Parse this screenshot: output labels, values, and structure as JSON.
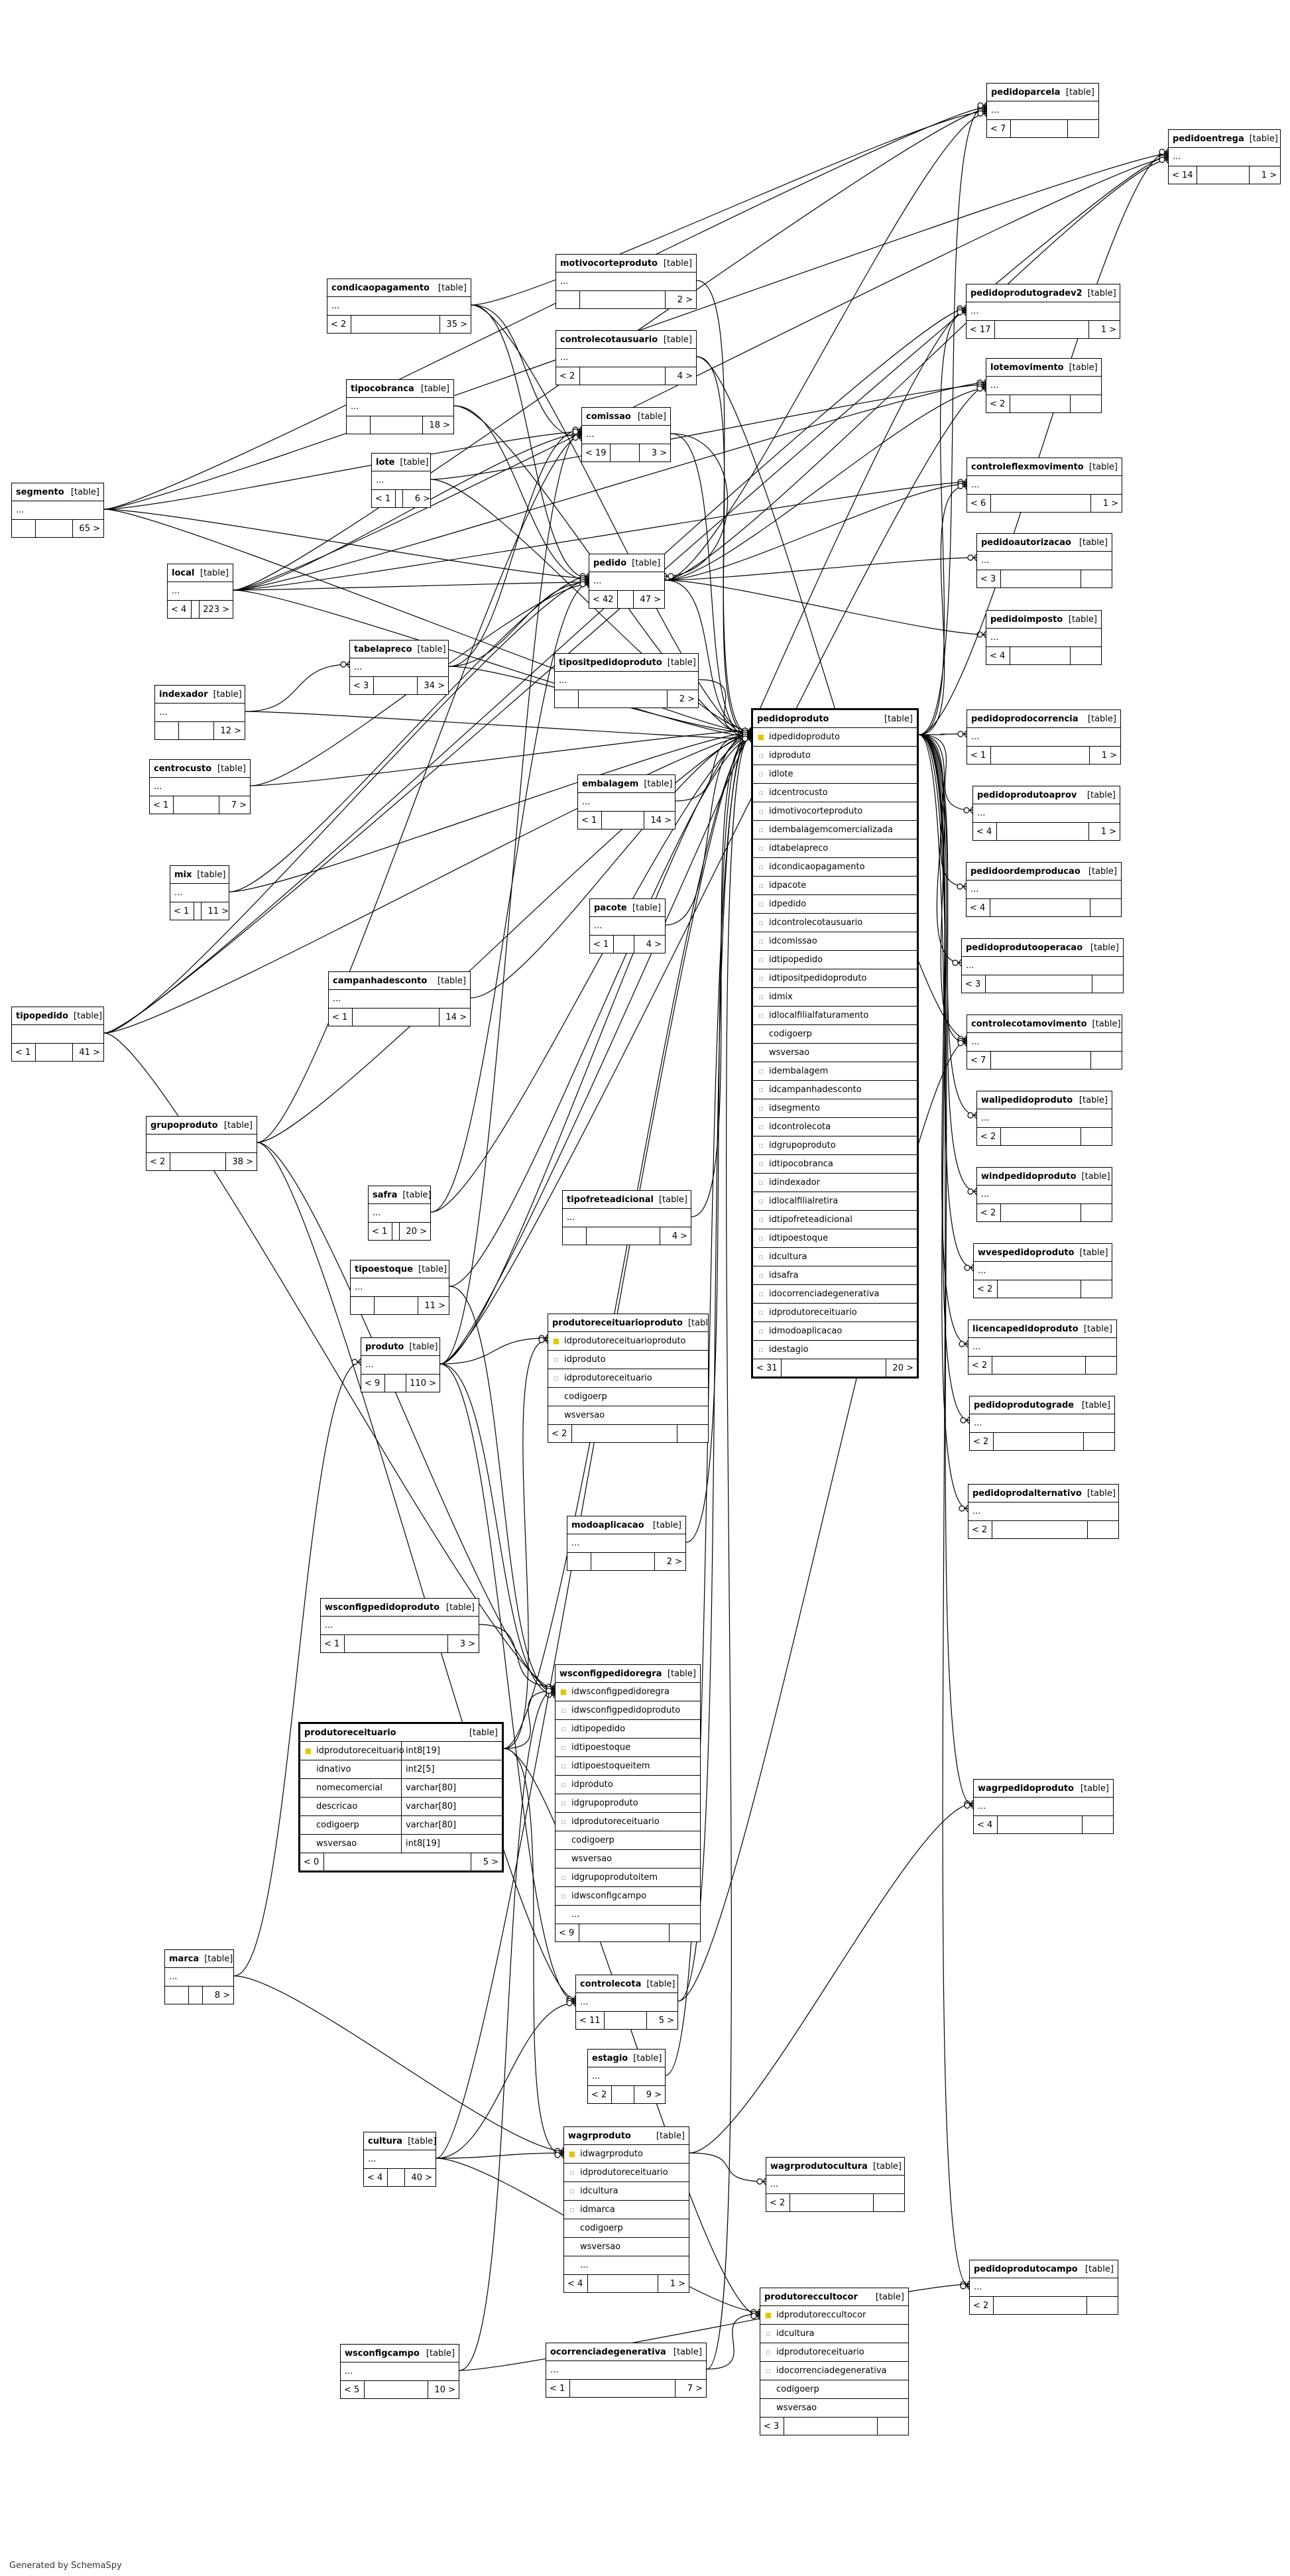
{
  "credit": "Generated by SchemaSpy",
  "tag": "[table]",
  "focus_table": "pedidoproduto",
  "tables": [
    {
      "id": "segmento",
      "name": "segmento",
      "row": "...",
      "left": "",
      "right": "65 >"
    },
    {
      "id": "tipopedido",
      "name": "tipopedido",
      "row": "",
      "left": "< 1",
      "right": "41 >"
    },
    {
      "id": "local",
      "name": "local",
      "row": "...",
      "left": "< 4",
      "right": "223 >"
    },
    {
      "id": "indexador",
      "name": "indexador",
      "row": "...",
      "left": "",
      "right": "12 >"
    },
    {
      "id": "centrocusto",
      "name": "centrocusto",
      "row": "...",
      "left": "< 1",
      "right": "7 >"
    },
    {
      "id": "mix",
      "name": "mix",
      "row": "...",
      "left": "< 1",
      "right": "11 >"
    },
    {
      "id": "grupoproduto",
      "name": "grupoproduto",
      "row": "",
      "left": "< 2",
      "right": "38 >"
    },
    {
      "id": "marca",
      "name": "marca",
      "row": "...",
      "left": "",
      "right": "8 >"
    },
    {
      "id": "condicaopagamento",
      "name": "condicaopagamento",
      "row": "...",
      "left": "< 2",
      "right": "35 >"
    },
    {
      "id": "tipocobranca",
      "name": "tipocobranca",
      "row": "...",
      "left": "",
      "right": "18 >"
    },
    {
      "id": "lote",
      "name": "lote",
      "row": "...",
      "left": "< 1",
      "right": "6 >"
    },
    {
      "id": "tabelapreco",
      "name": "tabelapreco",
      "row": "...",
      "left": "< 3",
      "right": "34 >"
    },
    {
      "id": "campanhadesconto",
      "name": "campanhadesconto",
      "row": "...",
      "left": "< 1",
      "right": "14 >"
    },
    {
      "id": "safra",
      "name": "safra",
      "row": "...",
      "left": "< 1",
      "right": "20 >"
    },
    {
      "id": "tipoestoque",
      "name": "tipoestoque",
      "row": "...",
      "left": "",
      "right": "11 >"
    },
    {
      "id": "produto",
      "name": "produto",
      "row": "...",
      "left": "< 9",
      "right": "110 >"
    },
    {
      "id": "wsconfigpedidoproduto",
      "name": "wsconfigpedidoproduto",
      "row": "...",
      "left": "< 1",
      "right": "3 >"
    },
    {
      "id": "cultura",
      "name": "cultura",
      "row": "...",
      "left": "< 4",
      "right": "40 >"
    },
    {
      "id": "wsconfigcampo",
      "name": "wsconfigcampo",
      "row": "...",
      "left": "< 5",
      "right": "10 >"
    },
    {
      "id": "motivocorteproduto",
      "name": "motivocorteproduto",
      "row": "...",
      "left": "",
      "right": "2 >"
    },
    {
      "id": "controlecotausuario",
      "name": "controlecotausuario",
      "row": "...",
      "left": "< 2",
      "right": "4 >"
    },
    {
      "id": "comissao",
      "name": "comissao",
      "row": "...",
      "left": "< 19",
      "right": "3 >"
    },
    {
      "id": "pedido",
      "name": "pedido",
      "row": "...",
      "left": "< 42",
      "right": "47 >"
    },
    {
      "id": "tipositpedidoproduto",
      "name": "tipositpedidoproduto",
      "row": "...",
      "left": "",
      "right": "2 >"
    },
    {
      "id": "embalagem",
      "name": "embalagem",
      "row": "...",
      "left": "< 1",
      "right": "14 >"
    },
    {
      "id": "pacote",
      "name": "pacote",
      "row": "...",
      "left": "< 1",
      "right": "4 >"
    },
    {
      "id": "tipofreteadicional",
      "name": "tipofreteadicional",
      "row": "...",
      "left": "",
      "right": "4 >"
    },
    {
      "id": "modoaplicacao",
      "name": "modoaplicacao",
      "row": "...",
      "left": "",
      "right": "2 >"
    },
    {
      "id": "controlecota",
      "name": "controlecota",
      "row": "...",
      "left": "< 11",
      "right": "5 >"
    },
    {
      "id": "estagio",
      "name": "estagio",
      "row": "...",
      "left": "< 2",
      "right": "9 >"
    },
    {
      "id": "ocorrenciadegenerativa",
      "name": "ocorrenciadegenerativa",
      "row": "...",
      "left": "< 1",
      "right": "7 >"
    },
    {
      "id": "wagrprodutocultura",
      "name": "wagrprodutocultura",
      "row": "...",
      "left": "< 2",
      "right": ""
    },
    {
      "id": "pedidoparcela",
      "name": "pedidoparcela",
      "row": "...",
      "left": "< 7",
      "right": ""
    },
    {
      "id": "pedidoentrega",
      "name": "pedidoentrega",
      "row": "...",
      "left": "< 14",
      "right": "1 >"
    },
    {
      "id": "pedidoprodutogradev2",
      "name": "pedidoprodutogradev2",
      "row": "...",
      "left": "< 17",
      "right": "1 >"
    },
    {
      "id": "lotemovimento",
      "name": "lotemovimento",
      "row": "...",
      "left": "< 2",
      "right": ""
    },
    {
      "id": "controleflexmovimento",
      "name": "controleflexmovimento",
      "row": "...",
      "left": "< 6",
      "right": "1 >"
    },
    {
      "id": "pedidoautorizacao",
      "name": "pedidoautorizacao",
      "row": "...",
      "left": "< 3",
      "right": ""
    },
    {
      "id": "pedidoimposto",
      "name": "pedidoimposto",
      "row": "...",
      "left": "< 4",
      "right": ""
    },
    {
      "id": "pedidoprodocorrencia",
      "name": "pedidoprodocorrencia",
      "row": "...",
      "left": "< 1",
      "right": "1 >"
    },
    {
      "id": "pedidoprodutoaprov",
      "name": "pedidoprodutoaprov",
      "row": "...",
      "left": "< 4",
      "right": "1 >"
    },
    {
      "id": "pedidoordemproducao",
      "name": "pedidoordemproducao",
      "row": "...",
      "left": "< 4",
      "right": ""
    },
    {
      "id": "pedidoprodutooperacao",
      "name": "pedidoprodutooperacao",
      "row": "...",
      "left": "< 3",
      "right": ""
    },
    {
      "id": "controlecotamovimento",
      "name": "controlecotamovimento",
      "row": "...",
      "left": "< 7",
      "right": ""
    },
    {
      "id": "walipedidoproduto",
      "name": "walipedidoproduto",
      "row": "...",
      "left": "< 2",
      "right": ""
    },
    {
      "id": "windpedidoproduto",
      "name": "windpedidoproduto",
      "row": "...",
      "left": "< 2",
      "right": ""
    },
    {
      "id": "wvespedidoproduto",
      "name": "wvespedidoproduto",
      "row": "...",
      "left": "< 2",
      "right": ""
    },
    {
      "id": "licencapedidoproduto",
      "name": "licencapedidoproduto",
      "row": "...",
      "left": "< 2",
      "right": ""
    },
    {
      "id": "pedidoprodutograde",
      "name": "pedidoprodutograde",
      "row": "...",
      "left": "< 2",
      "right": ""
    },
    {
      "id": "pedidoprodalternativo",
      "name": "pedidoprodalternativo",
      "row": "...",
      "left": "< 2",
      "right": ""
    },
    {
      "id": "wagrpedidoproduto",
      "name": "wagrpedidoproduto",
      "row": "...",
      "left": "< 4",
      "right": ""
    },
    {
      "id": "pedidoprodutocampo",
      "name": "pedidoprodutocampo",
      "row": "...",
      "left": "< 2",
      "right": ""
    }
  ],
  "detail_tables": [
    {
      "id": "pedidoproduto",
      "name": "pedidoproduto",
      "left": "< 31",
      "right": "20 >",
      "columns": [
        {
          "k": "pk",
          "n": "idpedidoproduto"
        },
        {
          "k": "fk",
          "n": "idproduto"
        },
        {
          "k": "fk",
          "n": "idlote"
        },
        {
          "k": "fk",
          "n": "idcentrocusto"
        },
        {
          "k": "fk",
          "n": "idmotivocorteproduto"
        },
        {
          "k": "fk",
          "n": "idembalagemcomercializada"
        },
        {
          "k": "fk",
          "n": "idtabelapreco"
        },
        {
          "k": "fk",
          "n": "idcondicaopagamento"
        },
        {
          "k": "fk",
          "n": "idpacote"
        },
        {
          "k": "fk",
          "n": "idpedido"
        },
        {
          "k": "fk",
          "n": "idcontrolecotausuario"
        },
        {
          "k": "fk",
          "n": "idcomissao"
        },
        {
          "k": "fk",
          "n": "idtipopedido"
        },
        {
          "k": "fk",
          "n": "idtipositpedidoproduto"
        },
        {
          "k": "fk",
          "n": "idmix"
        },
        {
          "k": "fk",
          "n": "idlocalfilialfaturamento"
        },
        {
          "k": "none",
          "n": "codigoerp"
        },
        {
          "k": "none",
          "n": "wsversao"
        },
        {
          "k": "fk",
          "n": "idembalagem"
        },
        {
          "k": "fk",
          "n": "idcampanhadesconto"
        },
        {
          "k": "fk",
          "n": "idsegmento"
        },
        {
          "k": "fk",
          "n": "idcontrolecota"
        },
        {
          "k": "fk",
          "n": "idgrupoproduto"
        },
        {
          "k": "fk",
          "n": "idtipocobranca"
        },
        {
          "k": "fk",
          "n": "idindexador"
        },
        {
          "k": "fk",
          "n": "idlocalfilialretira"
        },
        {
          "k": "fk",
          "n": "idtipofreteadicional"
        },
        {
          "k": "fk",
          "n": "idtipoestoque"
        },
        {
          "k": "fk",
          "n": "idcultura"
        },
        {
          "k": "fk",
          "n": "idsafra"
        },
        {
          "k": "fk",
          "n": "idocorrenciadegenerativa"
        },
        {
          "k": "fk",
          "n": "idprodutoreceituario"
        },
        {
          "k": "fk",
          "n": "idmodoaplicacao"
        },
        {
          "k": "fk",
          "n": "idestagio"
        }
      ]
    },
    {
      "id": "produtoreceituarioproduto",
      "name": "produtoreceituarioproduto",
      "left": "< 2",
      "right": "",
      "columns": [
        {
          "k": "pk",
          "n": "idprodutoreceituarioproduto"
        },
        {
          "k": "fk",
          "n": "idproduto"
        },
        {
          "k": "fk",
          "n": "idprodutoreceituario"
        },
        {
          "k": "none",
          "n": "codigoerp"
        },
        {
          "k": "none",
          "n": "wsversao"
        }
      ]
    },
    {
      "id": "wsconfigpedidoregra",
      "name": "wsconfigpedidoregra",
      "left": "< 9",
      "right": "",
      "columns": [
        {
          "k": "pk",
          "n": "idwsconfigpedidoregra"
        },
        {
          "k": "fk",
          "n": "idwsconfigpedidoproduto"
        },
        {
          "k": "fk",
          "n": "idtipopedido"
        },
        {
          "k": "fk",
          "n": "idtipoestoque"
        },
        {
          "k": "fk",
          "n": "idtipoestoqueitem"
        },
        {
          "k": "fk",
          "n": "idproduto"
        },
        {
          "k": "fk",
          "n": "idgrupoproduto"
        },
        {
          "k": "fk",
          "n": "idprodutoreceituario"
        },
        {
          "k": "none",
          "n": "codigoerp"
        },
        {
          "k": "none",
          "n": "wsversao"
        },
        {
          "k": "fk",
          "n": "idgrupoprodutoitem"
        },
        {
          "k": "fk",
          "n": "idwsconfigcampo"
        },
        {
          "k": "none",
          "n": "..."
        }
      ]
    },
    {
      "id": "wagrproduto",
      "name": "wagrproduto",
      "left": "< 4",
      "right": "1 >",
      "columns": [
        {
          "k": "pk",
          "n": "idwagrproduto"
        },
        {
          "k": "fk",
          "n": "idprodutoreceituario"
        },
        {
          "k": "fk",
          "n": "idcultura"
        },
        {
          "k": "fk",
          "n": "idmarca"
        },
        {
          "k": "none",
          "n": "codigoerp"
        },
        {
          "k": "none",
          "n": "wsversao"
        },
        {
          "k": "none",
          "n": "..."
        }
      ]
    },
    {
      "id": "produtoreccultocor",
      "name": "produtoreccultocor",
      "left": "< 3",
      "right": "",
      "columns": [
        {
          "k": "pk",
          "n": "idprodutoreccultocor"
        },
        {
          "k": "fk",
          "n": "idcultura"
        },
        {
          "k": "fk",
          "n": "idprodutoreceituario"
        },
        {
          "k": "fk",
          "n": "idocorrenciadegenerativa"
        },
        {
          "k": "none",
          "n": "codigoerp"
        },
        {
          "k": "none",
          "n": "wsversao"
        }
      ]
    }
  ],
  "main_table": {
    "id": "produtoreceituario",
    "name": "produtoreceituario",
    "left": "< 0",
    "right": "5 >",
    "columns": [
      {
        "k": "pk",
        "n": "idprodutoreceituario",
        "t": "int8[19]"
      },
      {
        "k": "none",
        "n": "idnativo",
        "t": "int2[5]"
      },
      {
        "k": "none",
        "n": "nomecomercial",
        "t": "varchar[80]"
      },
      {
        "k": "none",
        "n": "descricao",
        "t": "varchar[80]"
      },
      {
        "k": "none",
        "n": "codigoerp",
        "t": "varchar[80]"
      },
      {
        "k": "none",
        "n": "wsversao",
        "t": "int8[19]"
      }
    ]
  },
  "relations": [
    [
      "segmento",
      "pedido"
    ],
    [
      "segmento",
      "pedidoproduto"
    ],
    [
      "segmento",
      "comissao"
    ],
    [
      "segmento",
      "pedidoparcela"
    ],
    [
      "segmento",
      "pedidoentrega"
    ],
    [
      "tipopedido",
      "pedido"
    ],
    [
      "tipopedido",
      "pedidoproduto"
    ],
    [
      "tipopedido",
      "wsconfigpedidoregra"
    ],
    [
      "tipopedido",
      "pedidoentrega"
    ],
    [
      "tipopedido",
      "pedidoprodutogradev2"
    ],
    [
      "local",
      "pedido"
    ],
    [
      "local",
      "pedidoproduto"
    ],
    [
      "local",
      "comissao"
    ],
    [
      "local",
      "pedidoparcela"
    ],
    [
      "local",
      "pedidoentrega"
    ],
    [
      "local",
      "controleflexmovimento"
    ],
    [
      "local",
      "lotemovimento"
    ],
    [
      "indexador",
      "pedidoproduto"
    ],
    [
      "indexador",
      "tabelapreco"
    ],
    [
      "centrocusto",
      "pedidoproduto"
    ],
    [
      "centrocusto",
      "pedido"
    ],
    [
      "mix",
      "pedidoproduto"
    ],
    [
      "mix",
      "pedido"
    ],
    [
      "grupoproduto",
      "pedidoproduto"
    ],
    [
      "grupoproduto",
      "wsconfigpedidoregra"
    ],
    [
      "grupoproduto",
      "comissao"
    ],
    [
      "grupoproduto",
      "controlecota"
    ],
    [
      "marca",
      "wagrproduto"
    ],
    [
      "marca",
      "produto"
    ],
    [
      "condicaopagamento",
      "pedido"
    ],
    [
      "condicaopagamento",
      "pedidoproduto"
    ],
    [
      "condicaopagamento",
      "comissao"
    ],
    [
      "condicaopagamento",
      "pedidoparcela"
    ],
    [
      "tipocobranca",
      "pedido"
    ],
    [
      "tipocobranca",
      "pedidoproduto"
    ],
    [
      "lote",
      "pedidoproduto"
    ],
    [
      "lote",
      "lotemovimento"
    ],
    [
      "tabelapreco",
      "pedido"
    ],
    [
      "tabelapreco",
      "pedidoproduto"
    ],
    [
      "tabelapreco",
      "comissao"
    ],
    [
      "campanhadesconto",
      "pedidoproduto"
    ],
    [
      "safra",
      "pedidoproduto"
    ],
    [
      "safra",
      "pedido"
    ],
    [
      "tipoestoque",
      "pedidoproduto"
    ],
    [
      "tipoestoque",
      "wsconfigpedidoregra"
    ],
    [
      "produto",
      "pedidoproduto"
    ],
    [
      "produto",
      "produtoreceituarioproduto"
    ],
    [
      "produto",
      "wsconfigpedidoregra"
    ],
    [
      "produto",
      "controlecota"
    ],
    [
      "produto",
      "comissao"
    ],
    [
      "produto",
      "pedidoprodutogradev2"
    ],
    [
      "produto",
      "lotemovimento"
    ],
    [
      "wsconfigpedidoproduto",
      "wsconfigpedidoregra"
    ],
    [
      "cultura",
      "pedidoproduto"
    ],
    [
      "cultura",
      "wagrproduto"
    ],
    [
      "cultura",
      "produtoreccultocor"
    ],
    [
      "cultura",
      "controlecota"
    ],
    [
      "wsconfigcampo",
      "wsconfigpedidoregra"
    ],
    [
      "wsconfigcampo",
      "pedidoprodutocampo"
    ],
    [
      "motivocorteproduto",
      "pedidoproduto"
    ],
    [
      "controlecotausuario",
      "pedidoproduto"
    ],
    [
      "controlecotausuario",
      "controlecotamovimento"
    ],
    [
      "comissao",
      "pedidoproduto"
    ],
    [
      "comissao",
      "pedido"
    ],
    [
      "pedido",
      "pedidoproduto"
    ],
    [
      "pedido",
      "pedidoparcela"
    ],
    [
      "pedido",
      "pedidoentrega"
    ],
    [
      "pedido",
      "pedidoautorizacao"
    ],
    [
      "pedido",
      "pedidoimposto"
    ],
    [
      "pedido",
      "controleflexmovimento"
    ],
    [
      "pedido",
      "lotemovimento"
    ],
    [
      "tipositpedidoproduto",
      "pedidoproduto"
    ],
    [
      "embalagem",
      "pedidoproduto"
    ],
    [
      "pacote",
      "pedidoproduto"
    ],
    [
      "tipofreteadicional",
      "pedidoproduto"
    ],
    [
      "modoaplicacao",
      "pedidoproduto"
    ],
    [
      "controlecota",
      "pedidoproduto"
    ],
    [
      "controlecota",
      "controlecotamovimento"
    ],
    [
      "estagio",
      "pedidoproduto"
    ],
    [
      "ocorrenciadegenerativa",
      "pedidoproduto"
    ],
    [
      "ocorrenciadegenerativa",
      "produtoreccultocor"
    ],
    [
      "wagrproduto",
      "wagrprodutocultura"
    ],
    [
      "wagrproduto",
      "wagrpedidoproduto"
    ],
    [
      "produtoreceituario",
      "pedidoproduto"
    ],
    [
      "produtoreceituario",
      "produtoreceituarioproduto"
    ],
    [
      "produtoreceituario",
      "wsconfigpedidoregra"
    ],
    [
      "produtoreceituario",
      "wagrproduto"
    ],
    [
      "produtoreceituario",
      "produtoreccultocor"
    ],
    [
      "pedidoproduto",
      "pedidoprodutogradev2"
    ],
    [
      "pedidoproduto",
      "controleflexmovimento"
    ],
    [
      "pedidoproduto",
      "pedidoprodocorrencia"
    ],
    [
      "pedidoproduto",
      "pedidoprodutoaprov"
    ],
    [
      "pedidoproduto",
      "pedidoordemproducao"
    ],
    [
      "pedidoproduto",
      "pedidoprodutooperacao"
    ],
    [
      "pedidoproduto",
      "controlecotamovimento"
    ],
    [
      "pedidoproduto",
      "walipedidoproduto"
    ],
    [
      "pedidoproduto",
      "windpedidoproduto"
    ],
    [
      "pedidoproduto",
      "wvespedidoproduto"
    ],
    [
      "pedidoproduto",
      "licencapedidoproduto"
    ],
    [
      "pedidoproduto",
      "pedidoprodutograde"
    ],
    [
      "pedidoproduto",
      "pedidoprodalternativo"
    ],
    [
      "pedidoproduto",
      "wagrpedidoproduto"
    ],
    [
      "pedidoproduto",
      "pedidoprodutocampo"
    ],
    [
      "pedidoproduto",
      "pedidoentrega"
    ],
    [
      "pedidoproduto",
      "pedidoparcela"
    ]
  ]
}
